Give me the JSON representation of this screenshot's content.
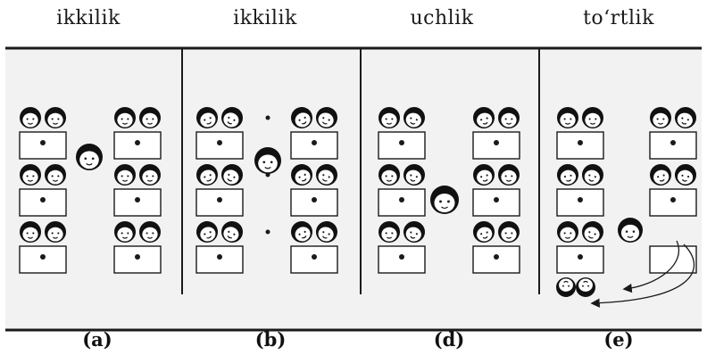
{
  "panels": [
    {
      "title": "ikkilik",
      "label": "(a)"
    },
    {
      "title": "ikkilik",
      "label": "(b)"
    },
    {
      "title": "uchlik",
      "label": "(d)"
    },
    {
      "title": "to‘rtlik",
      "label": "(e)"
    }
  ],
  "figure": {
    "paper_color": "#f2f2f2",
    "ink_color": "#1a1a1a",
    "hair_color": "#111111",
    "face_color": "#ffffff",
    "desk_color": "#ffffff"
  }
}
